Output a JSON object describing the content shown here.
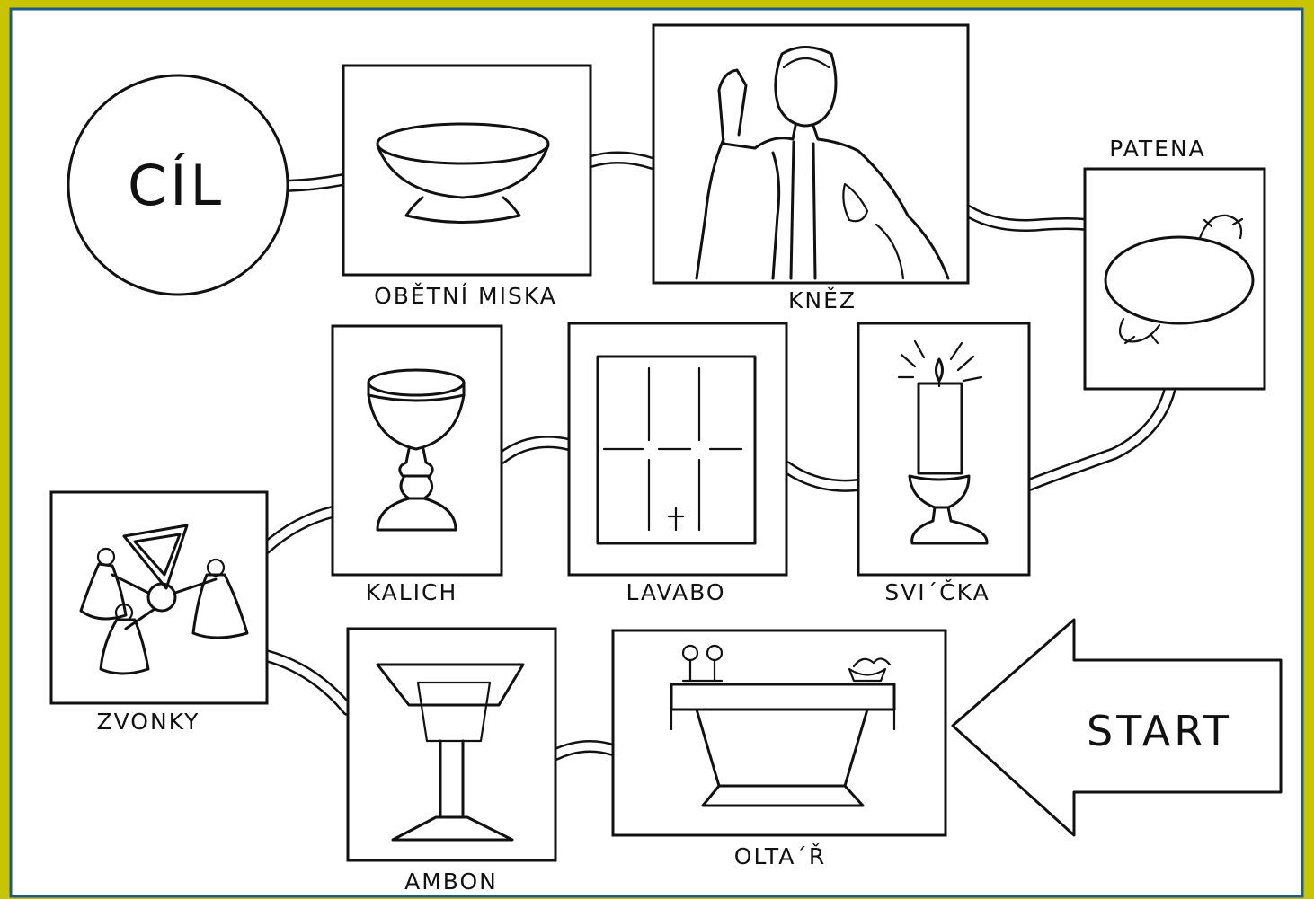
{
  "colors": {
    "outer_border": "#c9c400",
    "inner_border": "#1f5a8a",
    "ink": "#111111",
    "paper": "#ffffff"
  },
  "goal": {
    "label": "CÍL"
  },
  "start": {
    "label": "START"
  },
  "stations": [
    {
      "id": "obetni-miska",
      "label": "OBĚTNÍ MISKA",
      "icon": "bowl-icon"
    },
    {
      "id": "knez",
      "label": "KNĚZ",
      "icon": "priest-icon"
    },
    {
      "id": "patena",
      "label": "PATENA",
      "icon": "paten-icon"
    },
    {
      "id": "svicka",
      "label": "SVI´ČKA",
      "icon": "candle-icon"
    },
    {
      "id": "lavabo",
      "label": "LAVABO",
      "icon": "towel-icon"
    },
    {
      "id": "kalich",
      "label": "KALICH",
      "icon": "chalice-icon"
    },
    {
      "id": "zvonky",
      "label": "ZVONKY",
      "icon": "bells-icon"
    },
    {
      "id": "ambon",
      "label": "AMBON",
      "icon": "lectern-icon"
    },
    {
      "id": "oltar",
      "label": "OLTA´Ř",
      "icon": "altar-icon"
    }
  ]
}
